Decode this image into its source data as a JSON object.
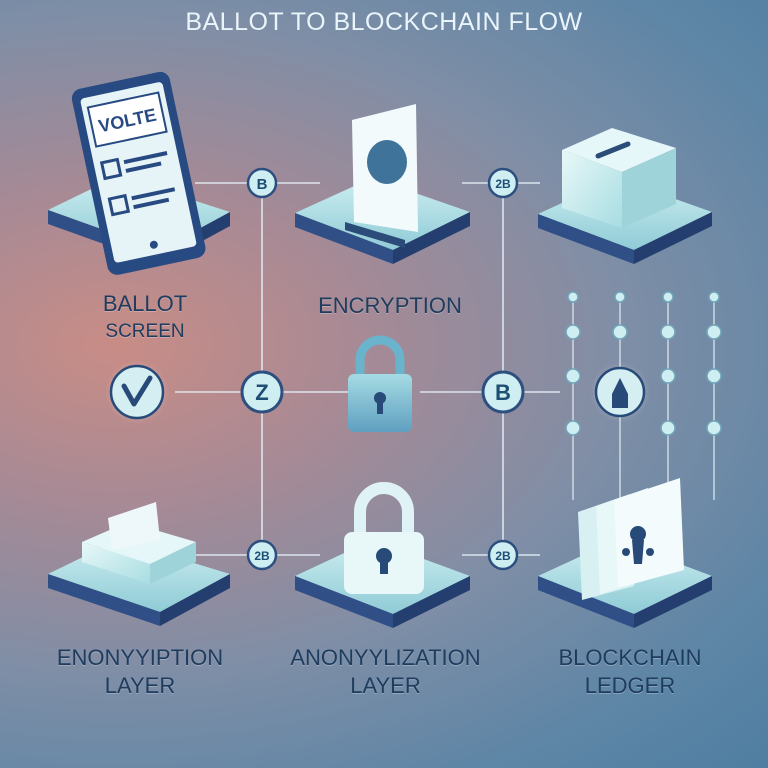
{
  "title": "BALLOT TO BLOCKCHAIN FLOW",
  "stages": {
    "ballot_screen": {
      "line1": "BALLOT",
      "line2": "SCREEN",
      "screen_header": "VOLTE"
    },
    "encryption": {
      "line1": "ENCRYPTION"
    },
    "enonyyption_layer": {
      "line1": "ENONYYIPTION",
      "line2": "LAYER"
    },
    "anonymization_layer": {
      "line1": "ANONYYLIZATION",
      "line2": "LAYER"
    },
    "blockchain_ledger": {
      "line1": "BLOCKCHAIN",
      "line2": "LEDGER"
    }
  },
  "connectors": {
    "top_left": "B",
    "top_right": "2B",
    "mid_left": "Z",
    "mid_right": "B",
    "bottom_left": "2B",
    "bottom_right": "2B"
  },
  "colors": {
    "platform_top": "#bfe6ea",
    "platform_side": "#2f4f86",
    "node_fill": "#d4eef2",
    "line": "#e4eef6"
  }
}
